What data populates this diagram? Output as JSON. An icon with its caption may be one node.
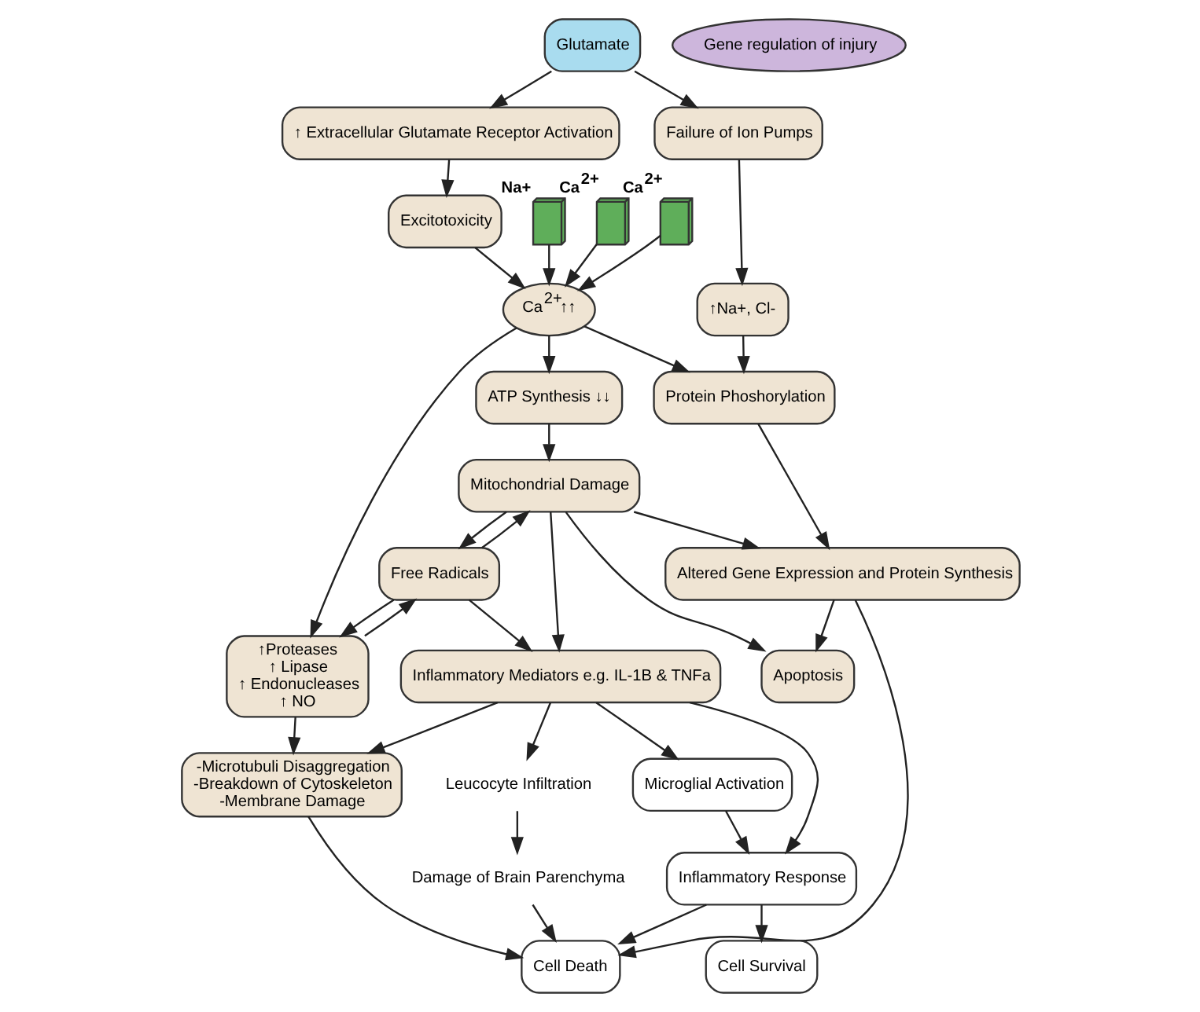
{
  "diagram": {
    "nodes": [
      {
        "text": [
          "Glutamate"
        ]
      },
      {
        "text": [],
        "shape": "picture",
        "beside": [
          "Na+"
        ]
      },
      {
        "text": [],
        "shape": "picture",
        "beside": [
          "Ca$^{2+}$"
        ]
      },
      {
        "text": [],
        "shape": "picture",
        "beside": [
          "Ca$^{2+}$"
        ]
      },
      {
        "text": [
          "Ca$^{2+}$↑↑"
        ]
      },
      {
        "text": [
          "↑ Extracellular Glutamate Receptor Activation"
        ]
      },
      {
        "text": [
          "Excitotoxicity"
        ]
      },
      {
        "text": [
          "Failure of Ion Pumps"
        ]
      },
      {
        "text": [
          "↑Na+, Cl-"
        ]
      },
      {
        "text": [
          "Protein Phoshorylation"
        ]
      },
      {
        "text": [
          "ATP Synthesis ↓↓"
        ]
      },
      {
        "text": [
          "↑Proteases",
          "↑ Lipase",
          "↑ Endonucleases",
          "↑ NO"
        ]
      },
      {
        "text": [
          "Free Radicals"
        ]
      },
      {
        "text": [
          "Mitochondrial Damage"
        ]
      },
      {
        "text": [
          "Gene regulation of injury"
        ]
      },
      {
        "text": [
          "Altered Gene Expression and Protein Synthesis"
        ]
      },
      {
        "text": [
          "-Microtubuli Disaggregation",
          "-Breakdown of Cytoskeleton",
          "-Membrane Damage"
        ]
      },
      {
        "text": [
          "Inflammatory Mediators e.g. IL-1B & TNFa"
        ]
      },
      {
        "text": [
          "Microglial Activation"
        ]
      },
      {
        "text": [
          "Inflammatory Response"
        ]
      },
      {
        "text": [
          "Cell Survival"
        ]
      },
      {
        "text": [
          "Leucocyte Infiltration"
        ]
      },
      {
        "text": [
          "Damage of Brain Parenchyma"
        ]
      },
      {
        "text": [
          "Apoptosis"
        ]
      },
      {
        "text": [
          "Cell Death"
        ]
      }
    ],
    "edges": [
      {
        "from": 0,
        "to": 7,
        "arrow": "to"
      },
      {
        "from": 0,
        "to": 5,
        "arrow": "to"
      },
      {
        "from": 1,
        "to": 4,
        "arrow": "to"
      },
      {
        "from": 2,
        "to": 4,
        "arrow": "to"
      },
      {
        "from": 3,
        "to": 4,
        "arrow": "to"
      },
      {
        "from": 5,
        "to": 6,
        "arrow": "to"
      },
      {
        "from": 6,
        "to": 4,
        "arrow": "to"
      },
      {
        "from": 4,
        "to": 9,
        "arrow": "to"
      },
      {
        "from": 4,
        "to": 10,
        "arrow": "to"
      },
      {
        "from": 4,
        "to": 11,
        "arrow": "to"
      },
      {
        "from": 7,
        "to": 8,
        "arrow": "to"
      },
      {
        "from": 8,
        "to": 9,
        "arrow": "to"
      },
      {
        "from": 9,
        "to": 15,
        "arrow": "to"
      },
      {
        "from": 10,
        "to": 13,
        "arrow": "to"
      },
      {
        "from": 11,
        "to": 12,
        "arrow": "to"
      },
      {
        "from": 12,
        "to": 11,
        "arrow": "to"
      },
      {
        "from": 12,
        "to": 13,
        "arrow": "to"
      },
      {
        "from": 13,
        "to": 12,
        "arrow": "to"
      },
      {
        "from": 12,
        "to": 17,
        "arrow": "to"
      },
      {
        "from": 13,
        "to": 17,
        "arrow": "to"
      },
      {
        "from": 13,
        "to": 15,
        "arrow": "to"
      },
      {
        "from": 13,
        "to": 23,
        "arrow": "to"
      },
      {
        "from": 11,
        "to": 16,
        "arrow": "to"
      },
      {
        "from": 17,
        "to": 16,
        "arrow": "to"
      },
      {
        "from": 17,
        "to": 18,
        "arrow": "to"
      },
      {
        "from": 17,
        "to": 19,
        "arrow": "to"
      },
      {
        "from": 17,
        "to": 21,
        "arrow": "to"
      },
      {
        "from": 21,
        "to": 22,
        "arrow": "to"
      },
      {
        "from": 22,
        "to": 24,
        "arrow": "to"
      },
      {
        "from": 16,
        "to": 24,
        "arrow": "to"
      },
      {
        "from": 18,
        "to": 19,
        "arrow": "to"
      },
      {
        "from": 19,
        "to": 20,
        "arrow": "to"
      },
      {
        "from": 19,
        "to": 24,
        "arrow": "to"
      },
      {
        "from": 15,
        "to": 23,
        "arrow": "to"
      },
      {
        "from": 15,
        "to": 24,
        "arrow": "to"
      }
    ]
  }
}
